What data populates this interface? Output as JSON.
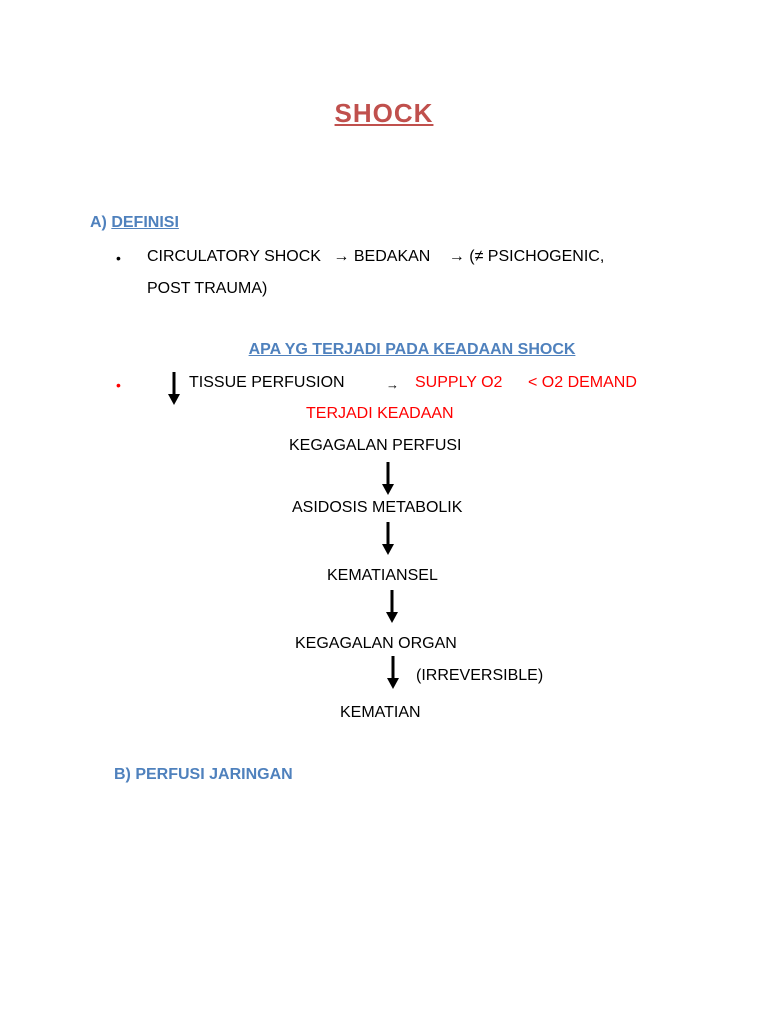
{
  "colors": {
    "title": "#c0504d",
    "heading": "#4f81bd",
    "red": "#ff0000",
    "text": "#000000"
  },
  "title": "SHOCK",
  "section_a": {
    "prefix": "A) ",
    "label": "DEFINISI",
    "bullet": "•",
    "line1_part1": "CIRCULATORY SHOCK",
    "arrow_glyph": "→",
    "line1_part2": "BEDAKAN",
    "line1_part3": "(≠ PSICHOGENIC,",
    "line2": "POST TRAUMA)"
  },
  "subheading": "APA YG TERJADI PADA KEADAAN SHOCK",
  "red_bullet": {
    "bullet": "•",
    "text": "TISSUE PERFUSION",
    "arrow_glyph": "→",
    "supply": "SUPPLY O2",
    "demand": "< O2 DEMAND",
    "terjadi": "TERJADI KEADAAN"
  },
  "flow": {
    "step1": "KEGAGALAN PERFUSI",
    "step2": "ASIDOSIS METABOLIK",
    "step3": "KEMATIANSEL",
    "step4": "KEGAGALAN ORGAN",
    "note": "(IRREVERSIBLE)",
    "step5": "KEMATIAN"
  },
  "section_b": {
    "label": "B) PERFUSI JARINGAN"
  }
}
